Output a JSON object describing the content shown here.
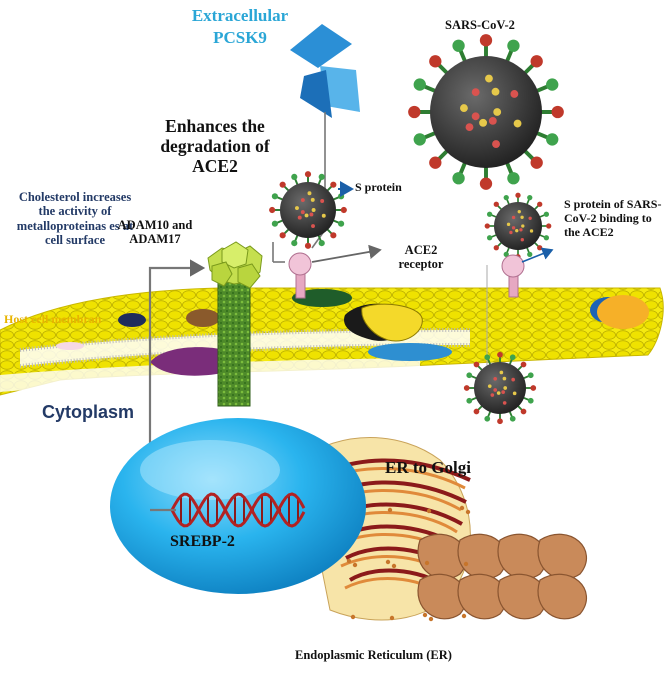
{
  "labels": {
    "extracellular": "Extracellular",
    "pcsk9": "PCSK9",
    "sars_cov_2": "SARS-CoV-2",
    "enhances": "Enhances the degradation of ACE2",
    "cholesterol": "Cholesterol increases the activity of metalloproteinas es at cell surface",
    "adam": "ADAM10 and ADAM17",
    "s_protein": "S protein",
    "ace2_receptor": "ACE2 receptor",
    "s_binding": "S protein of SARS-CoV-2 binding to the ACE2",
    "host_cell": "Host cell membran",
    "cytoplasm": "Cytoplasm",
    "er_to_golgi": "ER to Golgi",
    "srebp2": "SREBP-2",
    "er": "Endoplasmic Reticulum (ER)"
  },
  "colors": {
    "pcsk9_text": "#2aa6d6",
    "cytoplasm_text": "#233a66",
    "host_membrane_text": "#e8b400",
    "membrane_yellow": "#f2e500",
    "nucleus_blue": "#29b6ef",
    "er_brown": "#c98a5a",
    "adam_green": "#8bc34a",
    "virus_dark": "#3a3a3a"
  },
  "icons": [
    "pcsk9-protein-icon",
    "sars-cov-2-virion-icon",
    "ace2-receptor-icon",
    "adam-protease-icon",
    "dna-helix-icon",
    "nucleus-icon",
    "er-golgi-icon"
  ]
}
